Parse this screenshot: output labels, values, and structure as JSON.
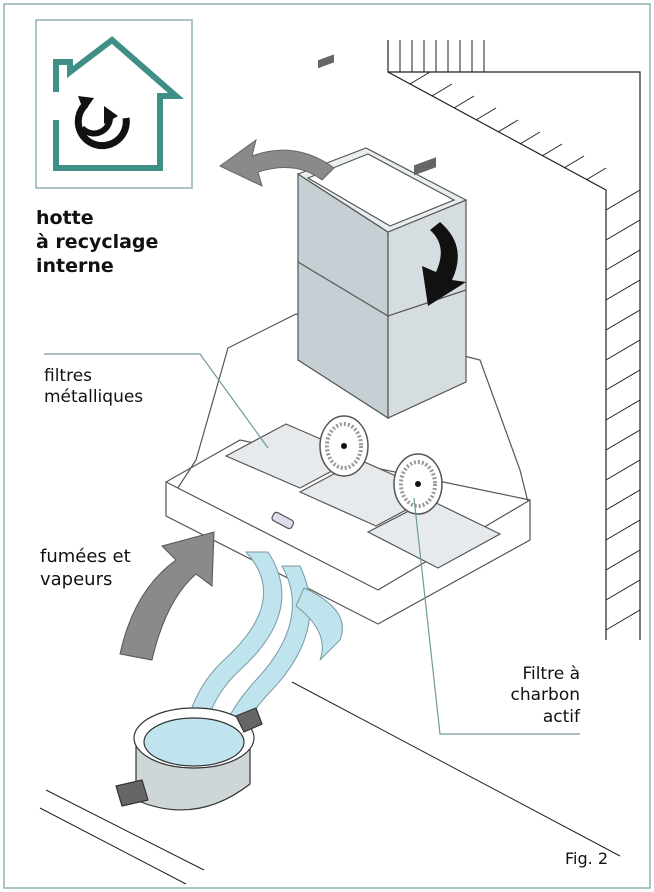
{
  "title_lines": [
    "hotte",
    "à recyclage",
    "interne"
  ],
  "labels": {
    "metal_filters": [
      "filtres",
      "métalliques"
    ],
    "fumes_vapours": [
      "fumées et",
      "vapeurs"
    ],
    "charcoal_filter": [
      "Filtre à",
      "charbon",
      "actif"
    ],
    "figure_number": "Fig. 2"
  },
  "icons": {
    "badge": "house-recirculation-icon",
    "outlet_arrow": "curved-arrow-left-icon",
    "inner_arrow": "curved-arrow-down-icon",
    "fumes_arrow": "curved-arrow-up-icon"
  },
  "colors": {
    "frame": "#8fb3b3",
    "house": "#3f8f87",
    "steam": "#bfe4ee",
    "chimney": "#c6cfd4",
    "arrow_gray": "#8a8a8a",
    "arrow_dark": "#111111"
  }
}
